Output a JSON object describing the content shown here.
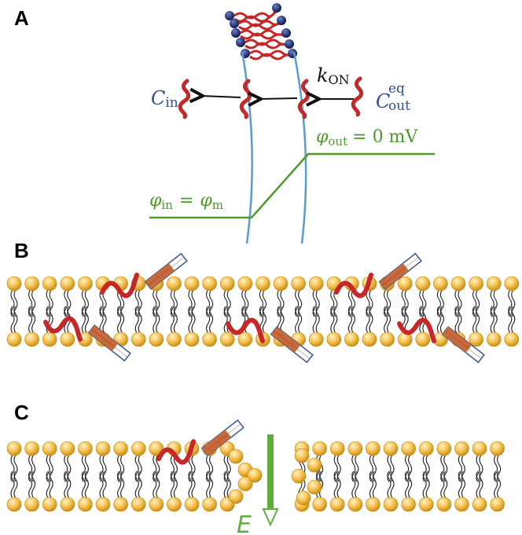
{
  "panels": {
    "a": "A",
    "b": "B",
    "c": "C"
  },
  "panel_a": {
    "c_in": {
      "symbol": "C",
      "subscript": "in"
    },
    "c_out_eq": {
      "symbol": "C",
      "superscript": "eq",
      "subscript": "out"
    },
    "k_on": {
      "symbol": "k",
      "subscript": "ON"
    },
    "phi_out": {
      "symbol": "φ",
      "subscript": "out",
      "value": "= 0 mV"
    },
    "phi_in": {
      "symbol": "φ",
      "subscript": "in",
      "equals": "=",
      "rhs_symbol": "φ",
      "rhs_subscript": "m"
    }
  },
  "panel_c": {
    "field_label": "E"
  },
  "colors": {
    "membrane_line": "#5b9bd5",
    "potential": "#4c9a2a",
    "peptide": "#c62828",
    "lipid_head": "#f3c04e",
    "anchor_fill": "#c7693a",
    "anchor_outline": "#3b5a8a",
    "field_arrow": "#5fae3b",
    "label_blue": "#2f4f9a"
  }
}
